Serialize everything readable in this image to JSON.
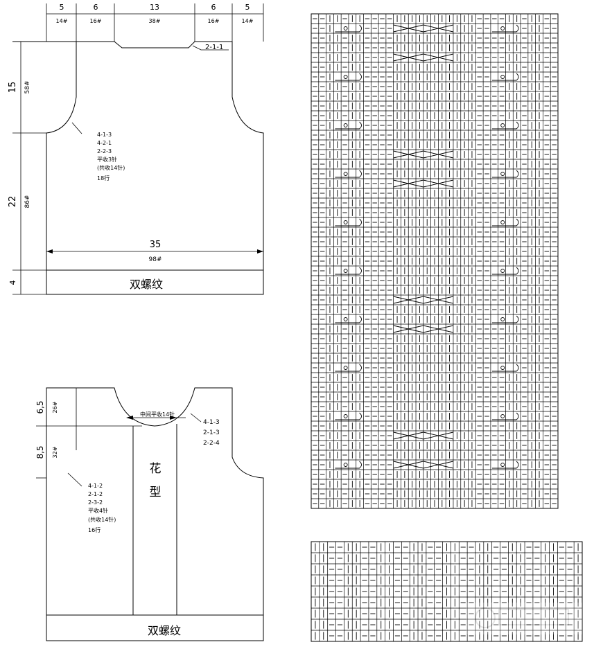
{
  "back": {
    "top_widths": [
      "5",
      "6",
      "13",
      "6",
      "5"
    ],
    "top_stitches": [
      "14#",
      "16#",
      "38#",
      "16#",
      "14#"
    ],
    "neck_note": "2-1-1",
    "armhole_height": "15",
    "armhole_rows": "58#",
    "body_height": "22",
    "body_rows": "86#",
    "rib_height": "4",
    "width": "35",
    "width_stitches": "98#",
    "armhole_notes": [
      "4-1-3",
      "4-2-1",
      "2-2-3",
      "平收3针",
      "(共收14针)",
      "18行"
    ],
    "rib_label": "双螺纹"
  },
  "front": {
    "neck_height": "6,5",
    "neck_rows": "26#",
    "armhole_height": "8,5",
    "armhole_rows": "32#",
    "center_neck_note": "中间平收14针",
    "neck_notes": [
      "4-1-3",
      "2-1-3",
      "2-2-4"
    ],
    "armhole_notes": [
      "4-1-2",
      "2-1-2",
      "2-3-2",
      "平收4针",
      "(共收14针)",
      "16行"
    ],
    "pattern_label": [
      "花",
      "型"
    ],
    "rib_label": "双螺纹"
  }
}
